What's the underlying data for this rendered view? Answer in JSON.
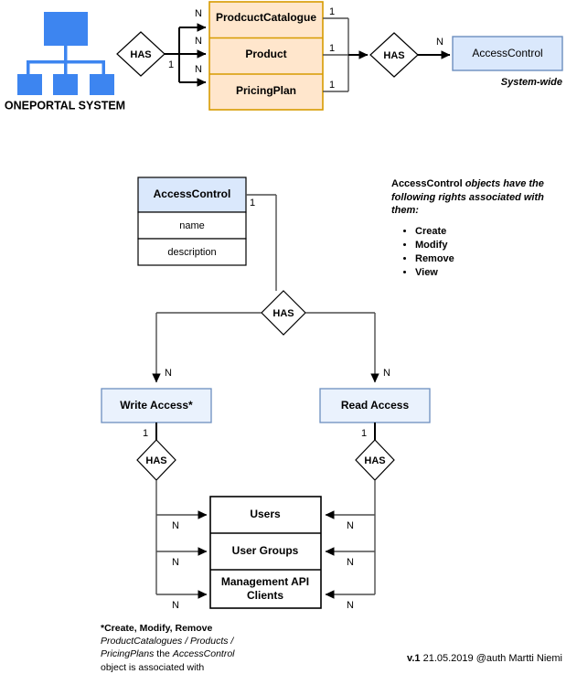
{
  "diagram": {
    "title": "OnePortal AccessControl ER diagram",
    "colors": {
      "brand_blue": "#3d85f0",
      "entity_blue_fill": "#dae8fc",
      "entity_blue_stroke": "#6c8ebf",
      "entity_orange_fill": "#ffe6cc",
      "entity_orange_stroke": "#d79b00",
      "line": "#4d4d4d",
      "text": "#000000"
    },
    "system": {
      "icon_name": "org-chart-icon",
      "label": "ONEPORTAL SYSTEM"
    },
    "top_row": {
      "has_left_label": "HAS",
      "has_left_cardinality": "1",
      "product_box": {
        "rows": [
          {
            "label": "ProdcuctCatalogue",
            "in_card": "N",
            "out_card": "1"
          },
          {
            "label": "Product",
            "in_card": "N",
            "out_card": "1"
          },
          {
            "label": "PricingPlan",
            "in_card": "N",
            "out_card": "1"
          }
        ]
      },
      "has_right_label": "HAS",
      "access_control": {
        "label": "AccessControl",
        "cardinality": "N",
        "subtitle": "System-wide"
      }
    },
    "detail": {
      "access_control_entity": {
        "title": "AccessControl",
        "attributes": [
          "name",
          "description"
        ],
        "cardinality": "1"
      },
      "has_label": "HAS",
      "write_access": {
        "label": "Write Access*",
        "cardinality_in": "N",
        "cardinality_out": "1",
        "has_label": "HAS"
      },
      "read_access": {
        "label": "Read Access",
        "cardinality_in": "N",
        "cardinality_out": "1",
        "has_label": "HAS"
      },
      "subjects": {
        "rows": [
          {
            "label": "Users",
            "left_card": "N",
            "right_card": "N"
          },
          {
            "label": "User Groups",
            "left_card": "N",
            "right_card": "N"
          },
          {
            "label": "Management API Clients",
            "left_card": "N",
            "right_card": "N"
          }
        ]
      }
    },
    "rights_note": {
      "bold_term": "AccessControl",
      "intro_rest": " objects have the following rights associated with them:",
      "items": [
        "Create",
        "Modify",
        "Remove",
        "View"
      ]
    },
    "footnote": {
      "line1": "*Create, Modify, Remove",
      "line2": "ProductCatalogues / Products /",
      "line3_italic": "PricingPlans",
      "line3_plain": " the ",
      "line3_italic2": "AccessControl",
      "line4": "object is associated with"
    },
    "version": {
      "label": "v.1",
      "rest": " 21.05.2019 @auth Martti Niemi"
    }
  }
}
